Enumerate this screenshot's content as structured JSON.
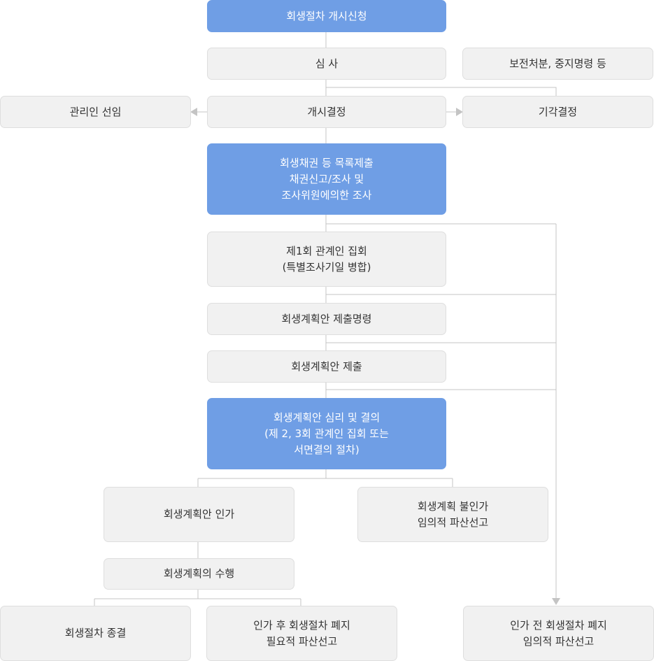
{
  "nodes": {
    "start": "회생절차 개시신청",
    "review": "심 사",
    "preservation": "보전처분, 중지명령 등",
    "trustee": "관리인 선임",
    "commencement": "개시결정",
    "dismissal": "기각결정",
    "claims": "회생채권 등 목록제출\n채권신고/조사 및\n조사위원에의한 조사",
    "first_meeting": "제1회 관계인 집회\n(특별조사기일 병합)",
    "plan_order": "회생계획안 제출명령",
    "plan_submit": "회생계획안 제출",
    "plan_review": "회생계획안 심리 및 결의\n(제 2, 3회 관계인 집회 또는\n서면결의 절차)",
    "plan_approval": "회생계획안 인가",
    "plan_rejection": "회생계획 불인가\n임의적 파산선고",
    "plan_execution": "회생계획의 수행",
    "termination": "회생절차 종결",
    "post_abolition": "인가 후 회생절차 폐지\n필요적 파산선고",
    "pre_abolition": "인가 전 회생절차 폐지\n임의적 파산선고"
  },
  "colors": {
    "highlight": "#6f9ee5",
    "box": "#f1f1f1",
    "box_border": "#dedede",
    "line": "#bdbdbd",
    "text": "#333333"
  }
}
